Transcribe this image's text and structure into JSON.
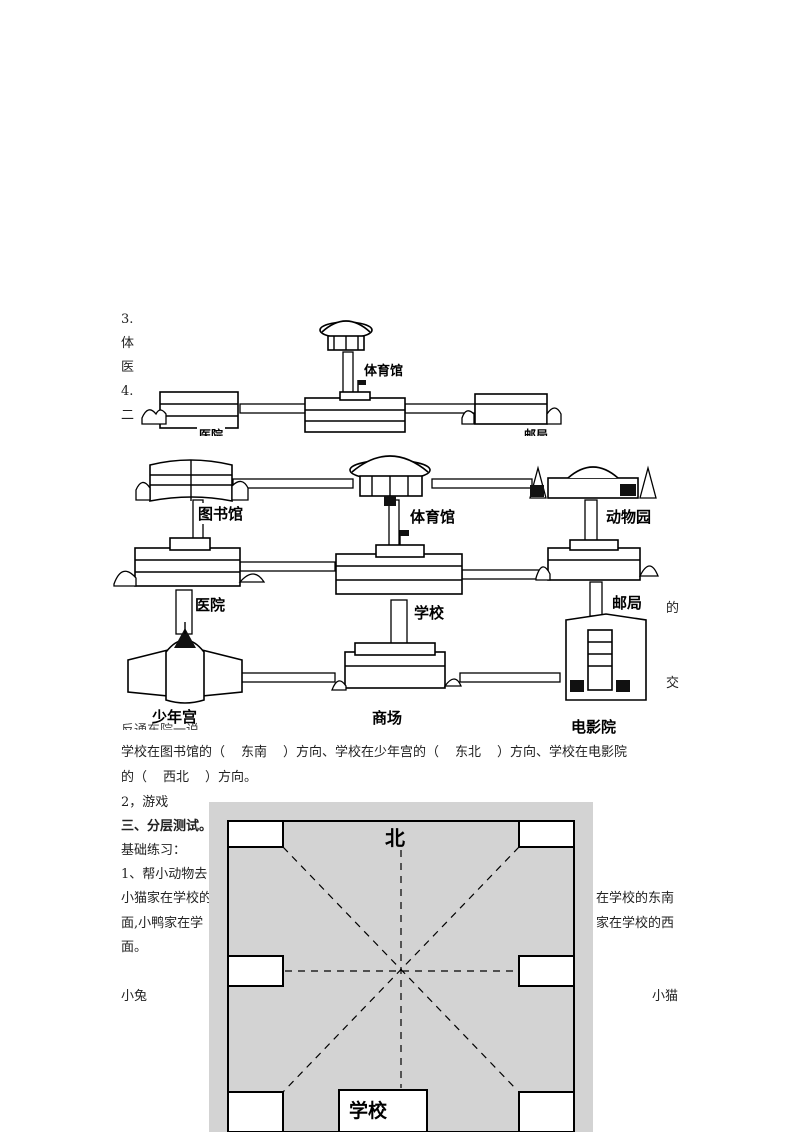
{
  "top_map": {
    "frag_3": "3.",
    "frag_ti": "体",
    "frag_yi": "医",
    "frag_4": "4.",
    "frag_er": "二",
    "label_stadium": "体育馆",
    "label_hospital_partial": "医院",
    "label_postoffice_partial": "邮局"
  },
  "main_map": {
    "library": "图书馆",
    "stadium": "体育馆",
    "zoo": "动物园",
    "hospital": "医院",
    "school": "学校",
    "postoffice": "邮局",
    "youth_palace": "少年宫",
    "mall": "商场",
    "cinema": "电影院",
    "frag_de": "的",
    "frag_jiao": "交",
    "frag_bottom": "反通东院一说。"
  },
  "questions": {
    "line1_a": "学校在图书馆的（",
    "ans1": "东南",
    "line1_b": "）方向、学校在少年宫的（",
    "ans2": "东北",
    "line1_c": "）方向、学校在电影院",
    "line2_a": "的（",
    "ans3": "西北",
    "line2_b": "）方向。",
    "game": "2，游戏",
    "section3": "三、分层测试。",
    "basic": "基础练习：",
    "item1": "1、帮小动物去",
    "line_cat_a": "小猫家在学校的",
    "line_cat_b": "在学校的东南",
    "line_duck_a": "面,小鸭家在学",
    "line_duck_b": "家在学校的西",
    "line_end": "面。",
    "rabbit": "小兔",
    "cat": "小猫"
  },
  "compass": {
    "north": "北",
    "school": "学校"
  }
}
